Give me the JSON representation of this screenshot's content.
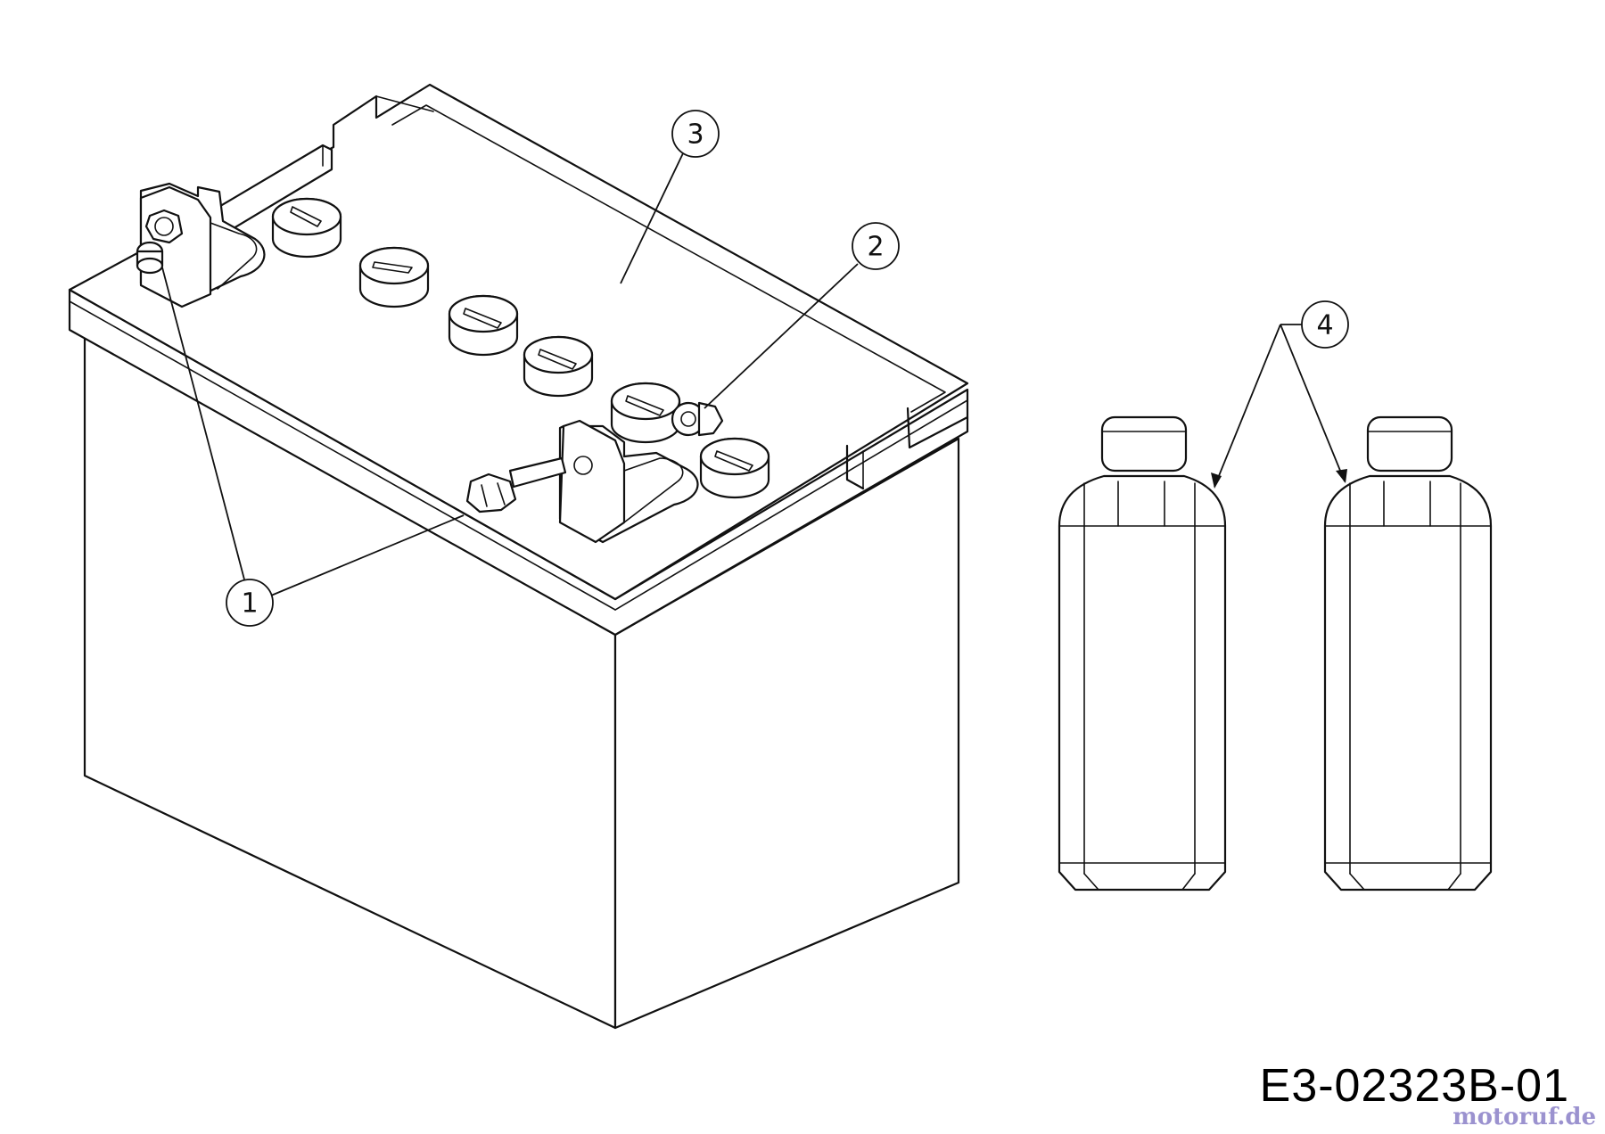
{
  "callouts": {
    "c1": "1",
    "c2": "2",
    "c3": "3",
    "c4": "4"
  },
  "drawing_code": "E3-02323B-01",
  "watermark": "motoruf.de",
  "colors": {
    "line": "#111111",
    "background": "#ffffff",
    "watermark": "#8a7fc7"
  }
}
